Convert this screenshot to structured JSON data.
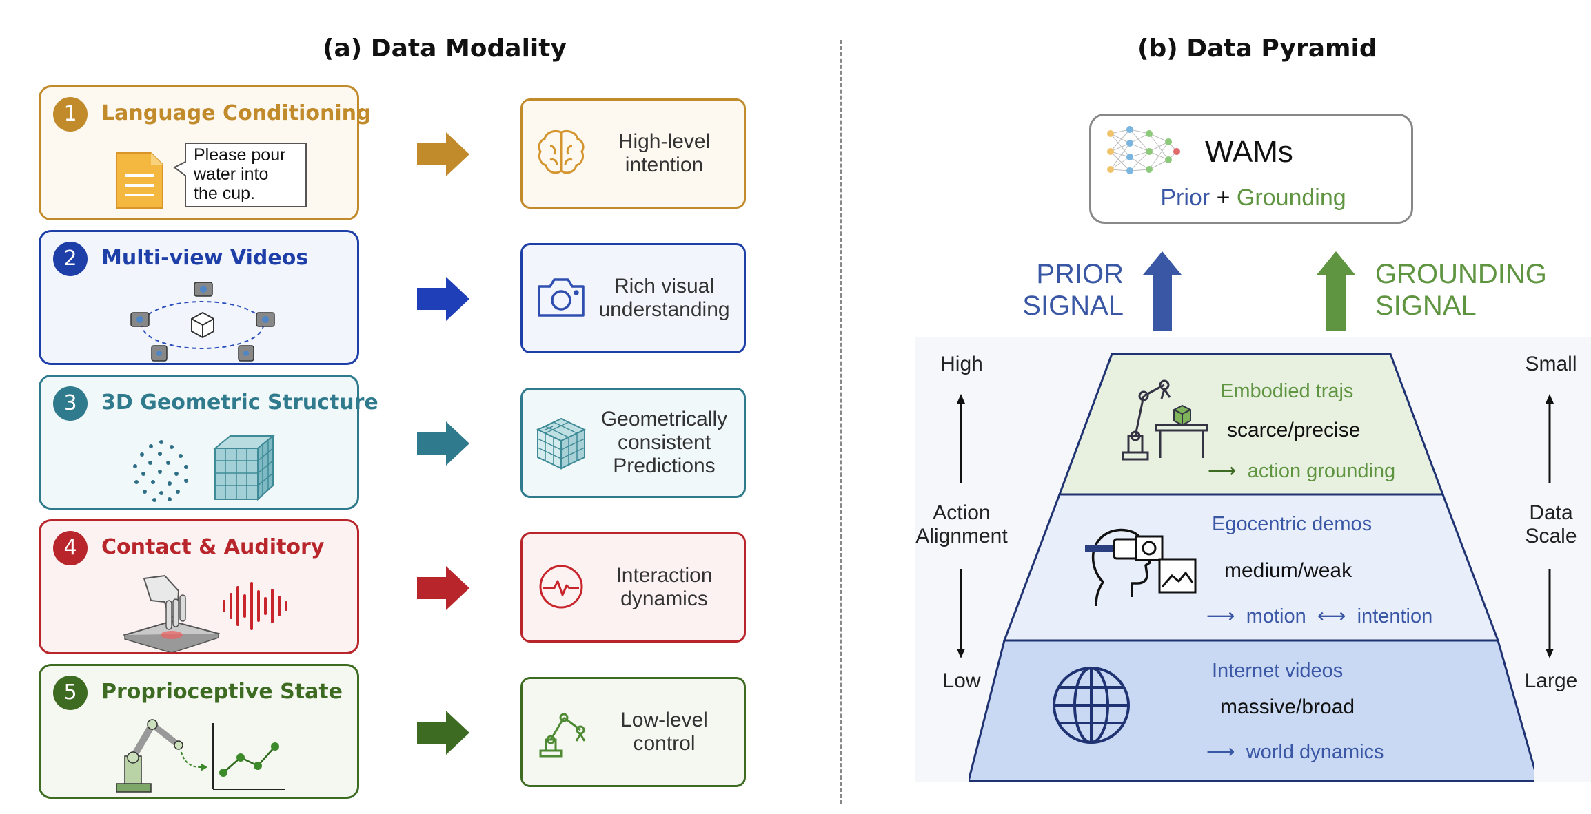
{
  "panel_a": {
    "title": "(a) Data Modality",
    "cards": [
      {
        "num": "1",
        "title": "Language Conditioning",
        "bubble": "Please pour\nwater into\nthe cup.",
        "result": "High-level\nintention",
        "color": "#c18a2b",
        "bg": "#fdf9f1"
      },
      {
        "num": "2",
        "title": "Multi-view Videos",
        "result": "Rich visual\nunderstanding",
        "color": "#1f3fa8",
        "bg": "#f2f5fc"
      },
      {
        "num": "3",
        "title": "3D Geometric Structure",
        "result": "Geometrically\nconsistent\nPredictions",
        "color": "#2f7a8c",
        "bg": "#f1f8f9"
      },
      {
        "num": "4",
        "title": "Contact & Auditory",
        "result": "Interaction\ndynamics",
        "color": "#b8262b",
        "bg": "#fcf2f2"
      },
      {
        "num": "5",
        "title": "Proprioceptive State",
        "result": "Low-level\ncontrol",
        "color": "#3d6b22",
        "bg": "#f5f8f1"
      }
    ]
  },
  "panel_b": {
    "title": "(b) Data Pyramid",
    "wams": {
      "title": "WAMs",
      "prior": "Prior",
      "plus": "+",
      "grounding": "Grounding"
    },
    "prior_signal": "PRIOR\nSIGNAL",
    "grounding_signal": "GROUNDING\nSIGNAL",
    "left_axis": {
      "top": "High",
      "middle": "Action\nAlignment",
      "bottom": "Low"
    },
    "right_axis": {
      "top": "Small",
      "middle": "Data\nScale",
      "bottom": "Large"
    },
    "tiers": [
      {
        "name": "Embodied trajs",
        "quality": "scarce/precise",
        "signal_a": "action grounding"
      },
      {
        "name": "Egocentric demos",
        "quality": "medium/weak",
        "signal_a": "motion",
        "signal_b": "intention"
      },
      {
        "name": "Internet videos",
        "quality": "massive/broad",
        "signal_a": "world dynamics"
      }
    ],
    "colors": {
      "prior": "#3a57a6",
      "grounding": "#5f9440",
      "tier1": "#e8f0e0",
      "tier2": "#e8eefa",
      "tier3": "#c9d9f3"
    }
  }
}
